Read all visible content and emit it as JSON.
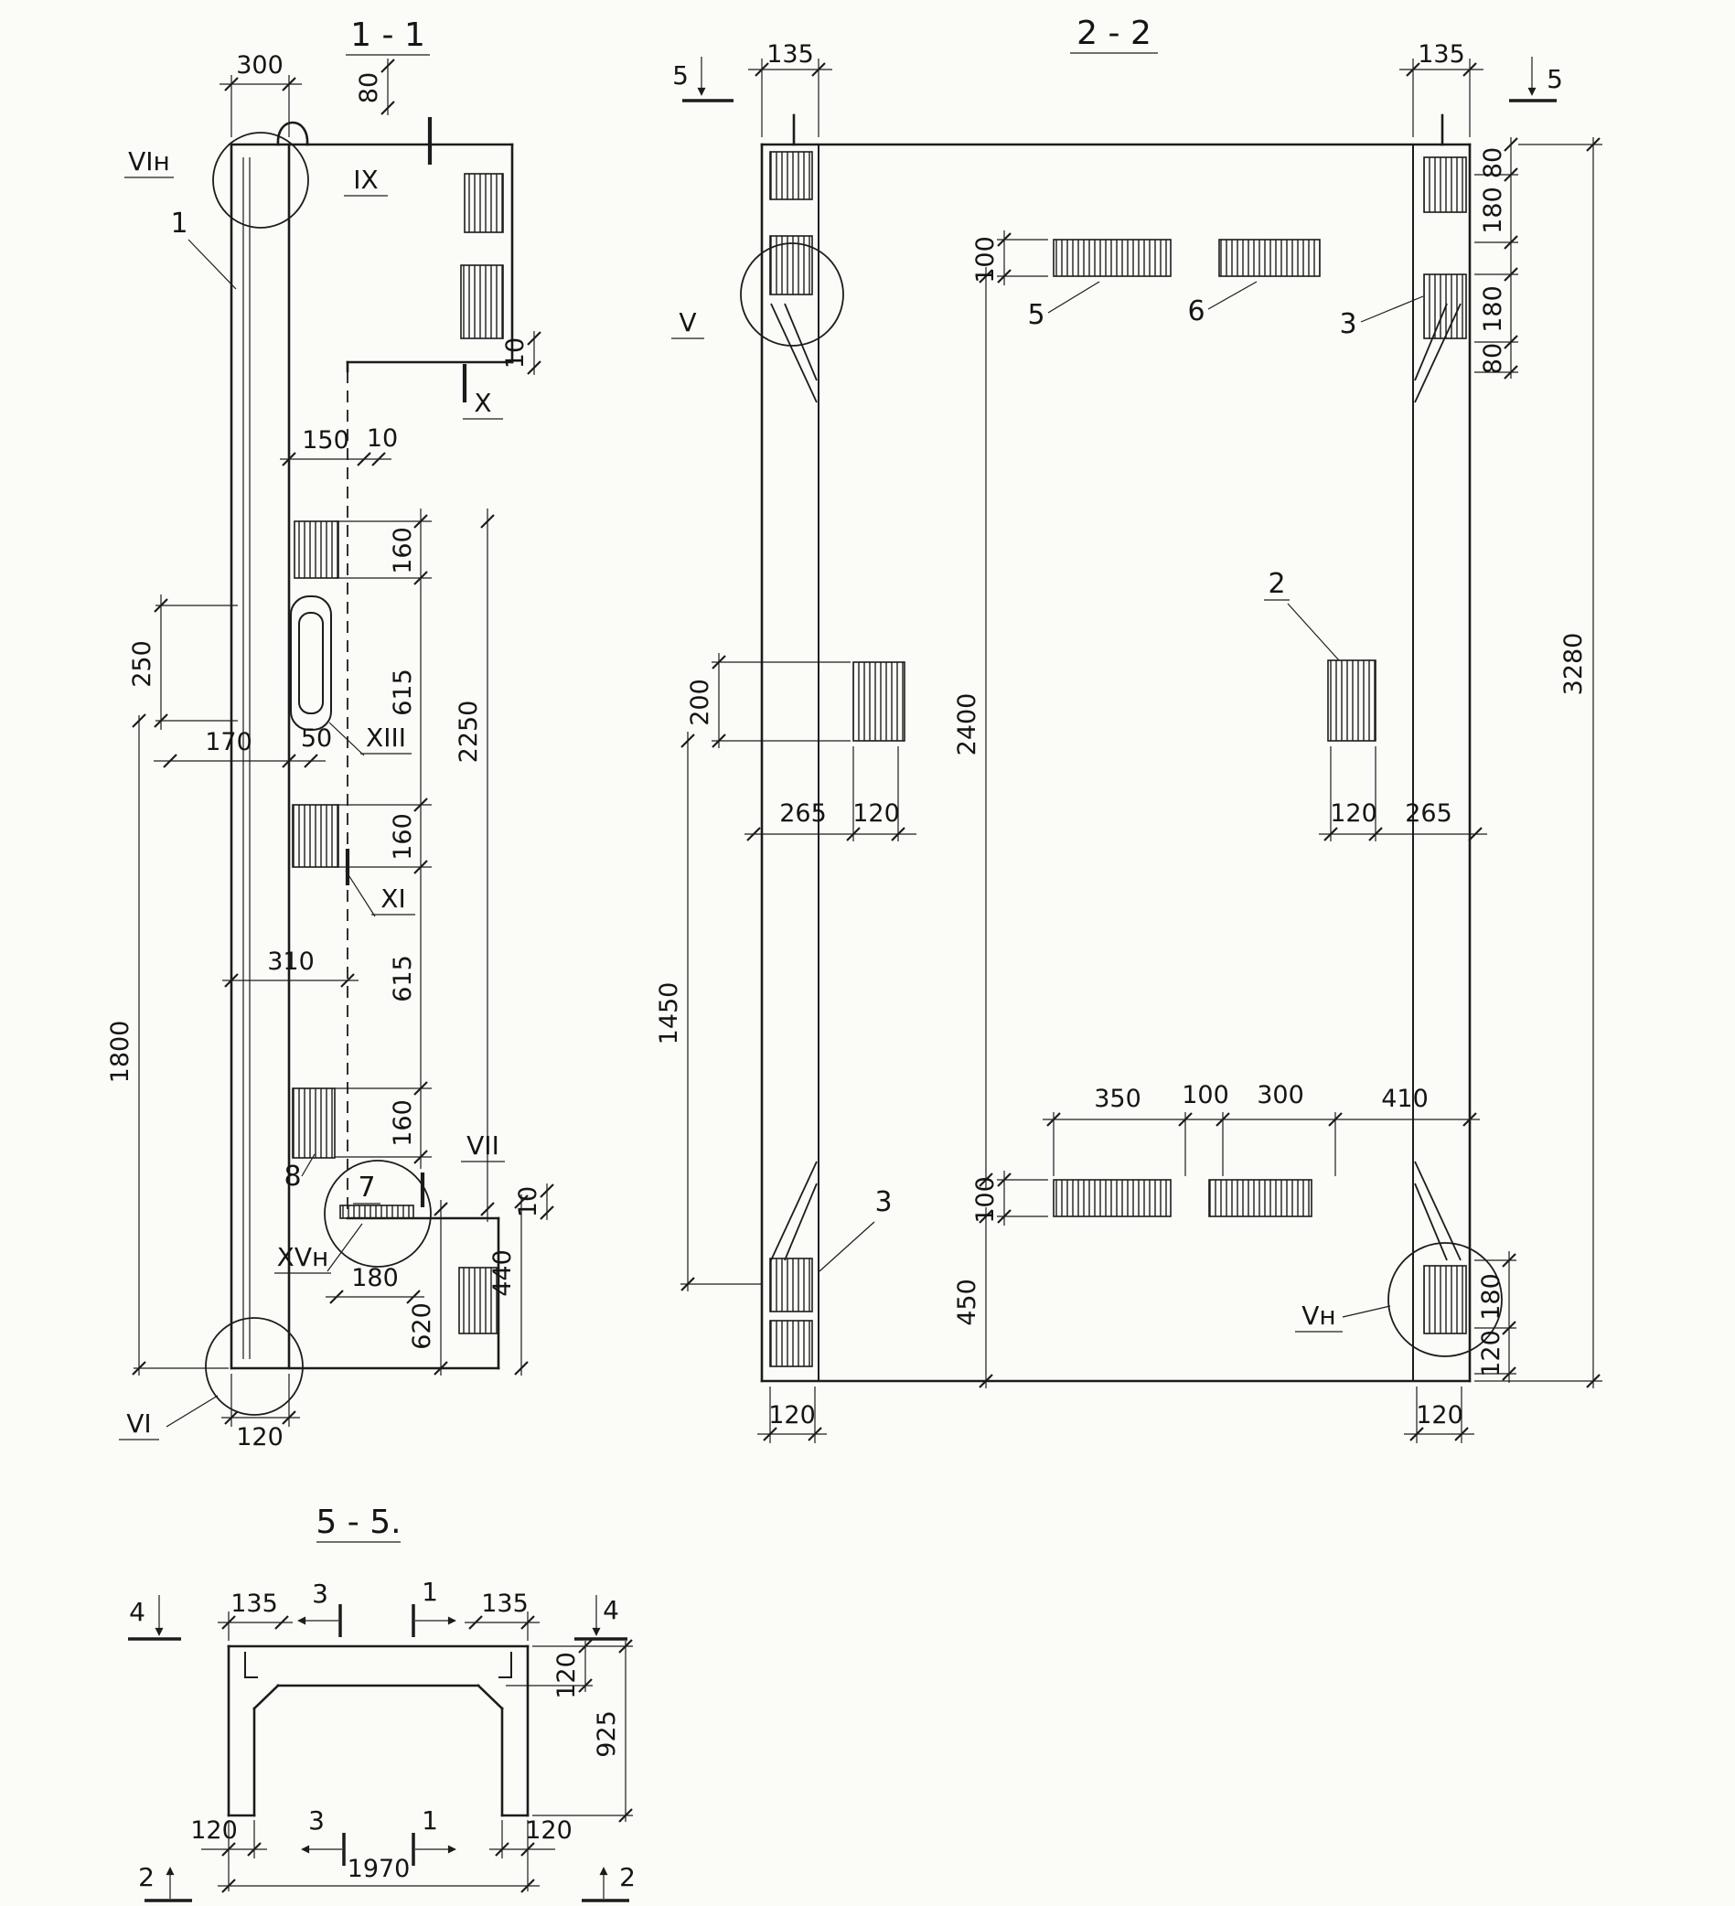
{
  "meta": {
    "ink_color": "#1c1c1c",
    "paper_color": "#fbfbf8"
  },
  "s11": {
    "title": "1 - 1",
    "labels": {
      "w300": "300",
      "h80": "80",
      "m_ix": "IX",
      "m_vin": "VIн",
      "it1": "1",
      "t10a": "10",
      "m_x": "X",
      "w150": "150",
      "t10b": "10",
      "c160a": "160",
      "c615a": "615",
      "c160b": "160",
      "c615b": "615",
      "c160c": "160",
      "h2250": "2250",
      "h250": "250",
      "w170": "170",
      "w50": "50",
      "m_xiii": "XIII",
      "m_xi": "XI",
      "w310": "310",
      "h1800": "1800",
      "it8": "8",
      "it7": "7",
      "m_vii": "VII",
      "t10c": "10",
      "m_xvn": "XVн",
      "w180": "180",
      "h440": "440",
      "h620": "620",
      "m_vi": "VI",
      "w120": "120"
    }
  },
  "s22": {
    "title": "2 - 2",
    "labels": {
      "sm5a": "5",
      "sm5b": "5",
      "w135a": "135",
      "w135b": "135",
      "r80a": "80",
      "r180a": "180",
      "r180b": "180",
      "r80b": "80",
      "h100a": "100",
      "it5": "5",
      "it6": "6",
      "it3a": "3",
      "m_v": "V",
      "h3280": "3280",
      "h200": "200",
      "h2400": "2400",
      "it2": "2",
      "w265a": "265",
      "w120a": "120",
      "w120b": "120",
      "w265b": "265",
      "h1450": "1450",
      "w350": "350",
      "w100": "100",
      "w300": "300",
      "w410": "410",
      "h100b": "100",
      "h450": "450",
      "it3b": "3",
      "m_vn": "Vн",
      "r180c": "180",
      "r120a": "120",
      "w120c": "120",
      "w120d": "120"
    }
  },
  "s55": {
    "title": "5 - 5.",
    "labels": {
      "sm4a": "4",
      "sm4b": "4",
      "w135a": "135",
      "w135b": "135",
      "sm3a": "3",
      "sm1a": "1",
      "r120": "120",
      "r925": "925",
      "w120a": "120",
      "sm3b": "3",
      "sm1b": "1",
      "w120b": "120",
      "w1970": "1970",
      "sm2a": "2",
      "sm2b": "2"
    }
  }
}
